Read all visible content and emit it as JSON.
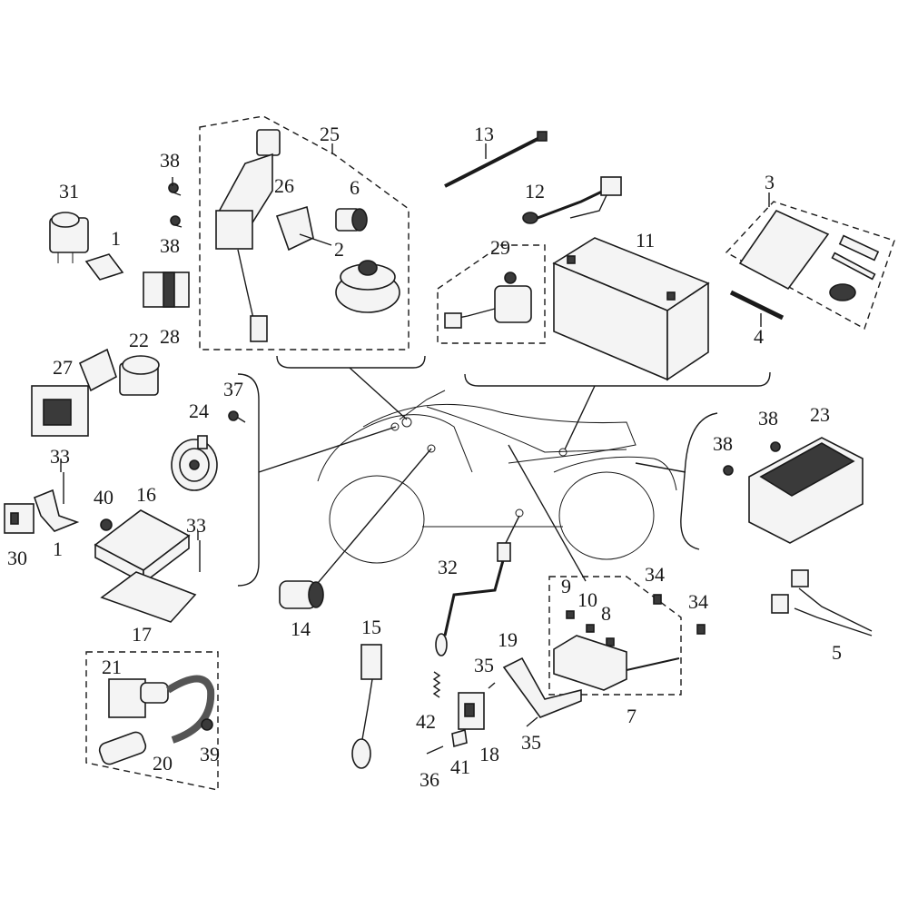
{
  "labels": {
    "p1a": "1",
    "p1b": "1",
    "p2": "2",
    "p3": "3",
    "p4": "4",
    "p5": "5",
    "p6": "6",
    "p7": "7",
    "p8": "8",
    "p9": "9",
    "p10": "10",
    "p11": "11",
    "p12": "12",
    "p13": "13",
    "p14": "14",
    "p15": "15",
    "p16": "16",
    "p17": "17",
    "p18": "18",
    "p19": "19",
    "p20": "20",
    "p21": "21",
    "p22": "22",
    "p23": "23",
    "p24": "24",
    "p25": "25",
    "p26": "26",
    "p27": "27",
    "p28": "28",
    "p29": "29",
    "p30": "30",
    "p31": "31",
    "p32": "32",
    "p33a": "33",
    "p33b": "33",
    "p34a": "34",
    "p34b": "34",
    "p35a": "35",
    "p35b": "35",
    "p36": "36",
    "p37": "37",
    "p38a": "38",
    "p38b": "38",
    "p38c": "38",
    "p38d": "38",
    "p39": "39",
    "p40": "40",
    "p41": "41",
    "p42": "42"
  }
}
